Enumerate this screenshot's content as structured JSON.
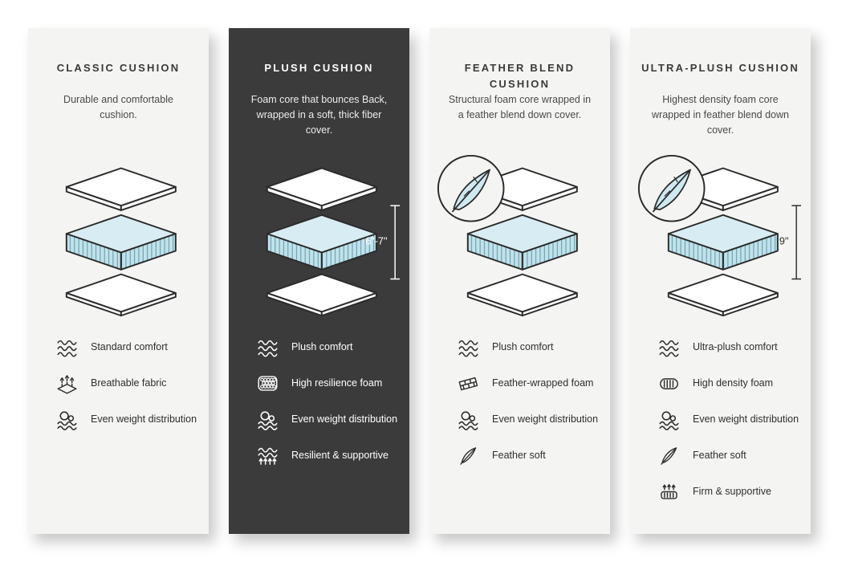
{
  "colors": {
    "light_panel": "#f4f4f2",
    "dark_panel": "#3b3b3b",
    "accent_blue": "#cfe9f0",
    "outline": "#2b2b2b"
  },
  "cards": [
    {
      "title": "CLASSIC CUSHION",
      "description": "Durable and comfortable cushion.",
      "theme": "light",
      "height_label": "",
      "features": [
        {
          "icon": "waves-icon",
          "label": "Standard comfort"
        },
        {
          "icon": "breathable-fabric-icon",
          "label": "Breathable fabric"
        },
        {
          "icon": "even-weight-icon",
          "label": "Even weight distribution"
        }
      ]
    },
    {
      "title": "PLUSH CUSHION",
      "description": "Foam core that bounces Back, wrapped in a soft, thick fiber cover.",
      "theme": "dark",
      "height_label": "6\"-7\"",
      "features": [
        {
          "icon": "waves-icon",
          "label": "Plush comfort"
        },
        {
          "icon": "high-resilience-foam-icon",
          "label": "High resilience foam"
        },
        {
          "icon": "even-weight-icon",
          "label": "Even weight distribution"
        },
        {
          "icon": "resilient-supportive-icon",
          "label": "Resilient & supportive"
        }
      ]
    },
    {
      "title": "FEATHER BLEND CUSHION",
      "description": "Structural foam core wrapped in a feather blend down cover.",
      "theme": "light",
      "height_label": "",
      "features": [
        {
          "icon": "waves-icon",
          "label": "Plush comfort"
        },
        {
          "icon": "feather-wrapped-foam-icon",
          "label": "Feather-wrapped foam"
        },
        {
          "icon": "even-weight-icon",
          "label": "Even weight distribution"
        },
        {
          "icon": "feather-icon",
          "label": "Feather soft"
        }
      ]
    },
    {
      "title": "ULTRA-PLUSH CUSHION",
      "description": "Highest density foam core wrapped in feather blend down cover.",
      "theme": "light",
      "height_label": "9\"",
      "features": [
        {
          "icon": "waves-icon",
          "label": "Ultra-plush comfort"
        },
        {
          "icon": "high-density-foam-icon",
          "label": "High density foam"
        },
        {
          "icon": "even-weight-icon",
          "label": "Even weight distribution"
        },
        {
          "icon": "feather-icon",
          "label": "Feather soft"
        },
        {
          "icon": "firm-supportive-icon",
          "label": "Firm & supportive"
        }
      ]
    }
  ]
}
